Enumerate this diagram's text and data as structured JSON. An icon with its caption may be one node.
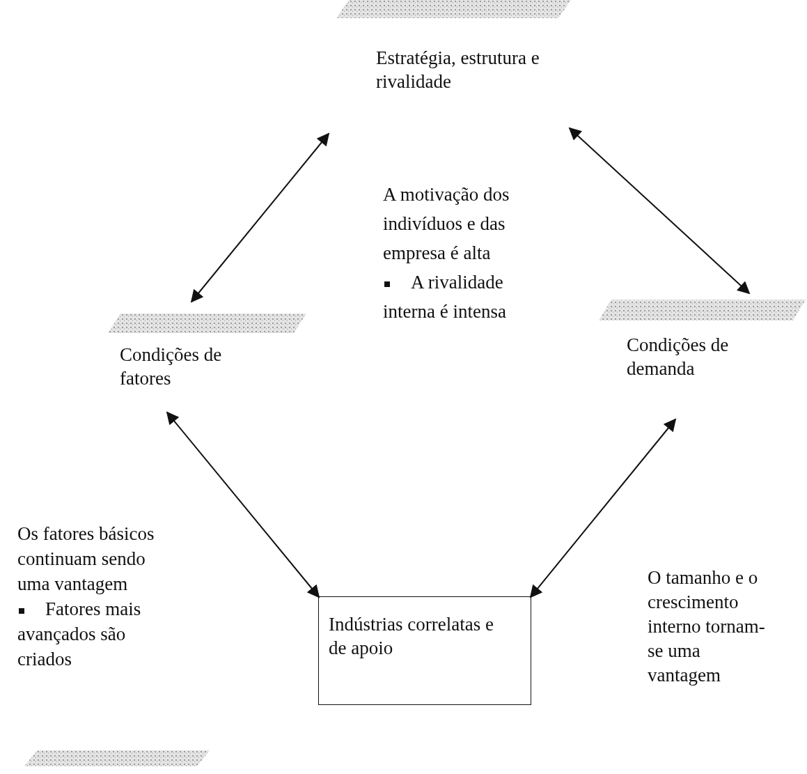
{
  "diagram": {
    "nodes": [
      {
        "text": [
          "Estratégia, estrutura e rivalidade"
        ]
      },
      {
        "text": [
          "Condições de fatores"
        ]
      },
      {
        "text": [
          "Condições de demanda"
        ]
      },
      {
        "text": [
          "Indústrias correlatas e de apoio"
        ]
      },
      {
        "text": [],
        "shape": "bar"
      }
    ],
    "edges": [
      {
        "from": 1,
        "to": 0,
        "arrow": "both"
      },
      {
        "from": 0,
        "to": 2,
        "arrow": "both"
      },
      {
        "from": 1,
        "to": 3,
        "arrow": "both"
      },
      {
        "from": 2,
        "to": 3,
        "arrow": "both"
      }
    ],
    "labels": [
      "A motivação dos indivíduos e das empresa é alta",
      "A rivalidade interna é intensa",
      "Os fatores básicos continuam sendo uma vantagem",
      "Fatores mais avançados são criados",
      "O tamanho e o crescimento interno tornam-se uma vantagem"
    ]
  }
}
